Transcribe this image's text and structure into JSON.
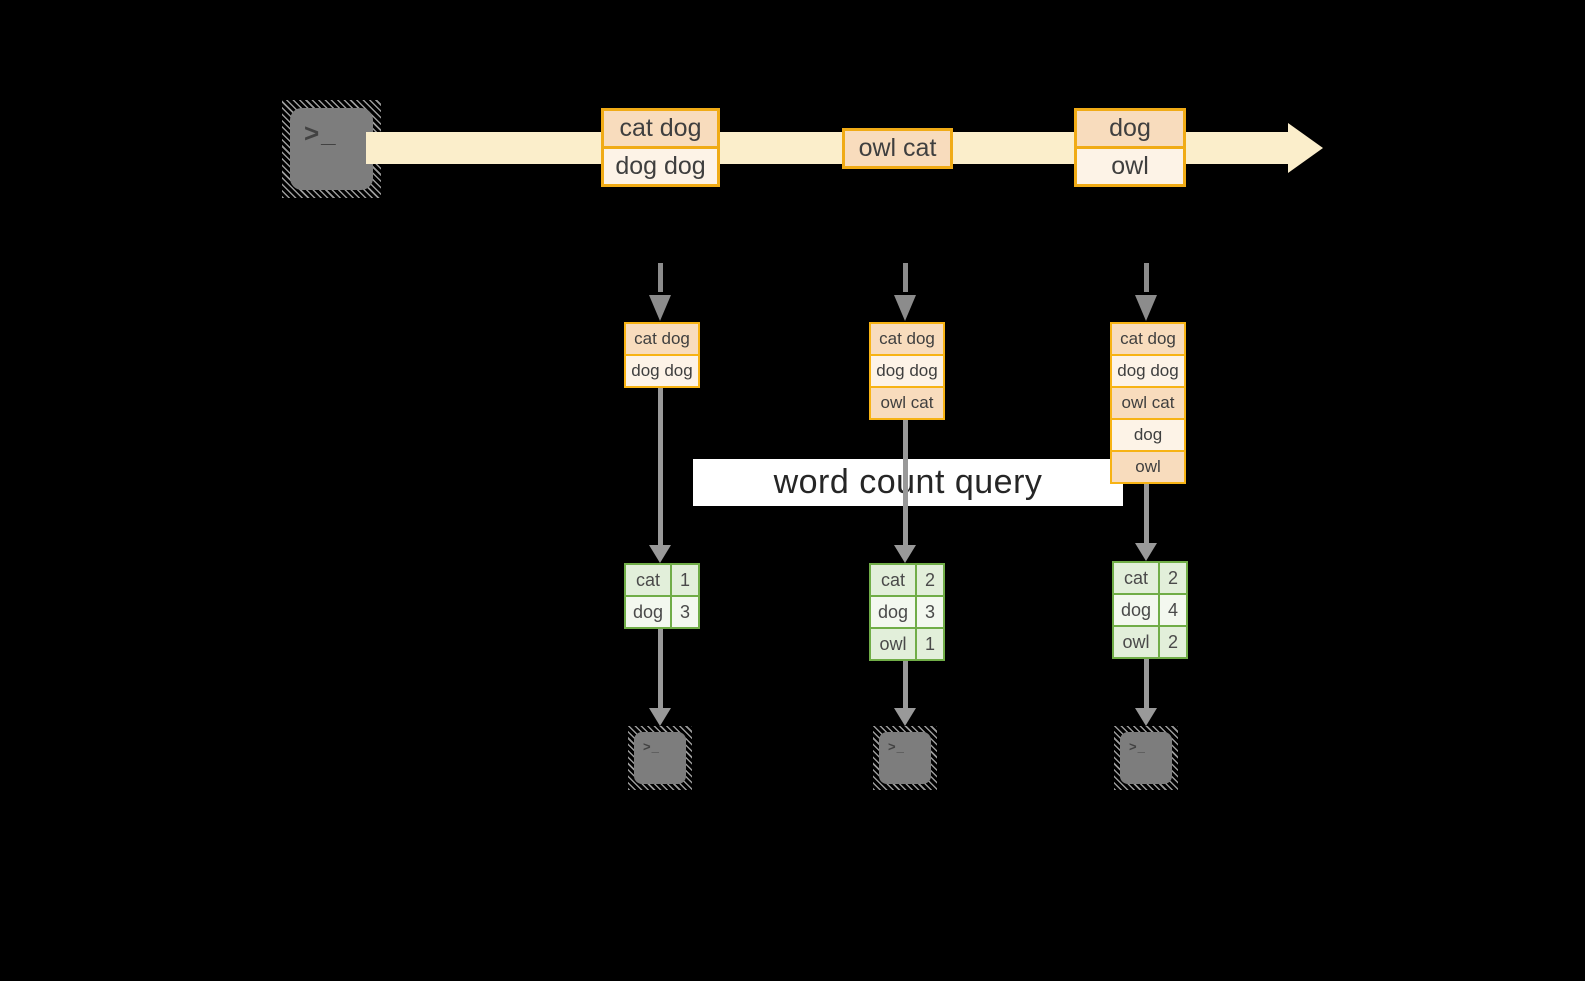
{
  "query_label": {
    "text": "word count query"
  },
  "terminals": {
    "prompt": ">_"
  },
  "timeline": {
    "batches": [
      {
        "rows": [
          "cat dog",
          "dog dog"
        ]
      },
      {
        "rows": [
          "owl cat"
        ]
      },
      {
        "rows": [
          "dog",
          "owl"
        ]
      }
    ]
  },
  "columns": [
    {
      "state_rows": [
        "cat dog",
        "dog dog"
      ],
      "counts": [
        {
          "word": "cat",
          "n": "1"
        },
        {
          "word": "dog",
          "n": "3"
        }
      ]
    },
    {
      "state_rows": [
        "cat dog",
        "dog dog",
        "owl cat"
      ],
      "counts": [
        {
          "word": "cat",
          "n": "2"
        },
        {
          "word": "dog",
          "n": "3"
        },
        {
          "word": "owl",
          "n": "1"
        }
      ]
    },
    {
      "state_rows": [
        "cat dog",
        "dog dog",
        "owl cat",
        "dog",
        "owl"
      ],
      "counts": [
        {
          "word": "cat",
          "n": "2"
        },
        {
          "word": "dog",
          "n": "4"
        },
        {
          "word": "owl",
          "n": "2"
        }
      ]
    }
  ],
  "colors": {
    "background": "#000000",
    "stream_arrow": "#FBEECB",
    "batch_border": "#F0AB16",
    "batch_fill_dark": "#F8DCBD",
    "batch_fill_light": "#FDF3E7",
    "state_border": "#F7B314",
    "table_border": "#70AD47",
    "table_fill_dark": "#E2EFDA",
    "table_fill_light": "#F3F8EF",
    "arrow_gray": "#999999",
    "terminal_gray": "#7D7D7D",
    "text": "#3F3F3F"
  }
}
